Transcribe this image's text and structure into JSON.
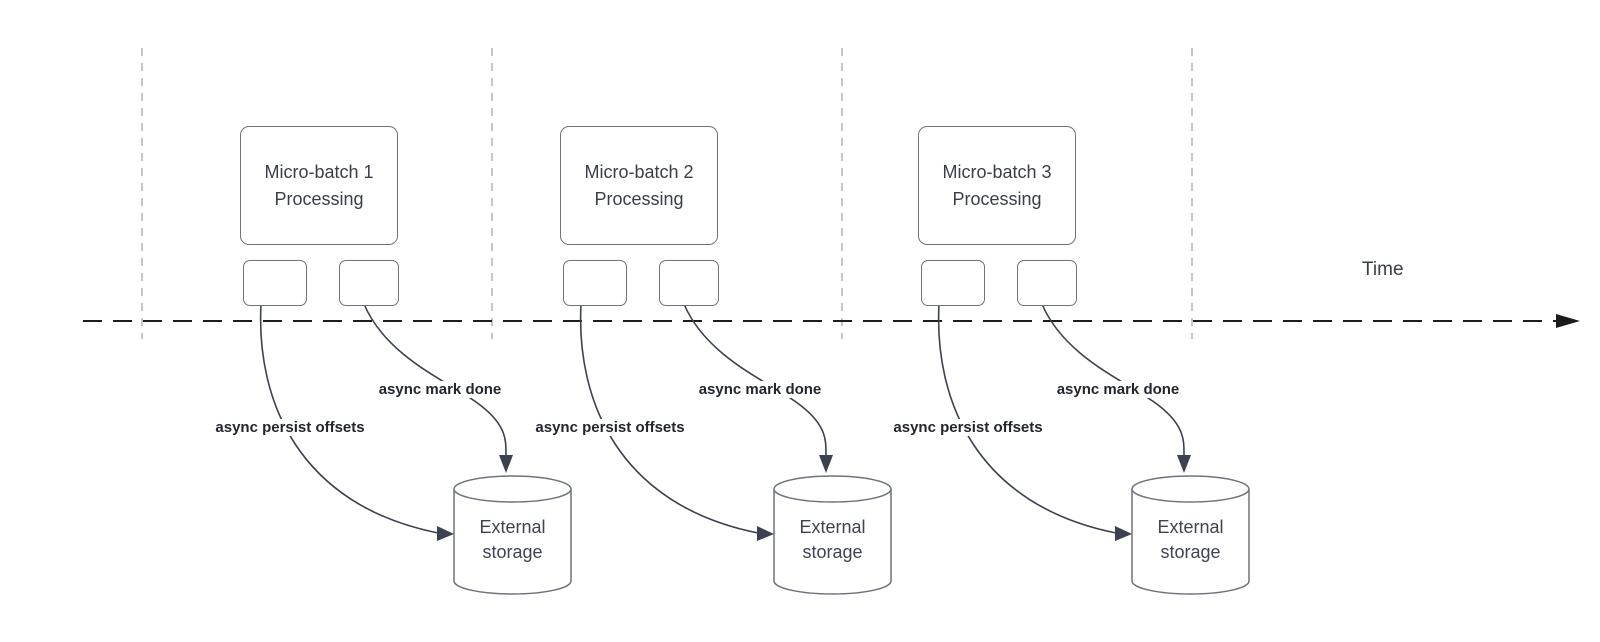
{
  "time_axis": {
    "label": "Time"
  },
  "units": [
    {
      "box_line1": "Micro-batch 1",
      "box_line2": "Processing",
      "persist_label": "async persist offsets",
      "mark_done_label": "async mark done",
      "storage_line1": "External",
      "storage_line2": "storage"
    },
    {
      "box_line1": "Micro-batch 2",
      "box_line2": "Processing",
      "persist_label": "async persist offsets",
      "mark_done_label": "async mark done",
      "storage_line1": "External",
      "storage_line2": "storage"
    },
    {
      "box_line1": "Micro-batch 3",
      "box_line2": "Processing",
      "persist_label": "async persist offsets",
      "mark_done_label": "async mark done",
      "storage_line1": "External",
      "storage_line2": "storage"
    }
  ],
  "colors": {
    "timeline": "#1c1c1c",
    "guide_line": "#b3b3b3",
    "shape_border": "#6e737c",
    "arrow": "#3b414e",
    "shape_text": "#3a3e48",
    "label_text": "#23262e"
  }
}
